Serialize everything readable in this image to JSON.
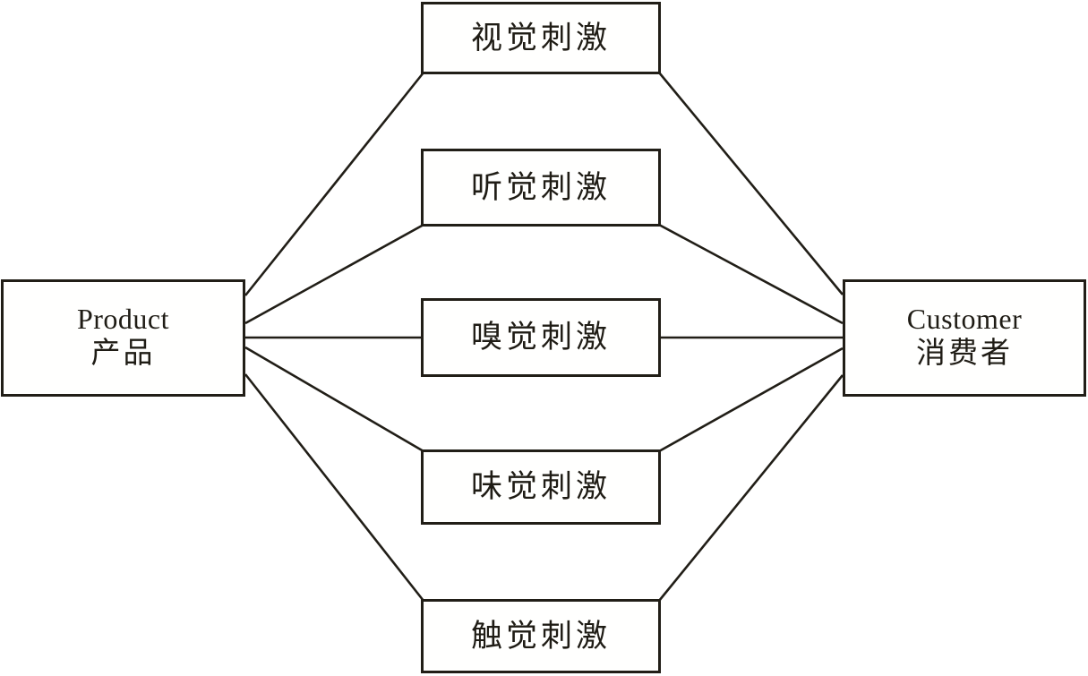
{
  "diagram": {
    "description": "Product sensory stimuli to customer diagram",
    "nodes": {
      "product": {
        "en": "Product",
        "zh": "产品"
      },
      "customer": {
        "en": "Customer",
        "zh": "消费者"
      },
      "stimuli": [
        {
          "label": "视觉刺激"
        },
        {
          "label": "听觉刺激"
        },
        {
          "label": "嗅觉刺激"
        },
        {
          "label": "味觉刺激"
        },
        {
          "label": "触觉刺激"
        }
      ]
    },
    "edges": [
      {
        "from": "Product 产品",
        "to": "视觉刺激"
      },
      {
        "from": "Product 产品",
        "to": "听觉刺激"
      },
      {
        "from": "Product 产品",
        "to": "嗅觉刺激"
      },
      {
        "from": "Product 产品",
        "to": "味觉刺激"
      },
      {
        "from": "Product 产品",
        "to": "触觉刺激"
      },
      {
        "from": "视觉刺激",
        "to": "Customer 消费者"
      },
      {
        "from": "听觉刺激",
        "to": "Customer 消费者"
      },
      {
        "from": "嗅觉刺激",
        "to": "Customer 消费者"
      },
      {
        "from": "味觉刺激",
        "to": "Customer 消费者"
      },
      {
        "from": "触觉刺激",
        "to": "Customer 消费者"
      }
    ],
    "colors": {
      "line": "#211e17",
      "text": "#1f1c15",
      "box_fill": "#fffffe",
      "background": "#ffffff"
    }
  }
}
